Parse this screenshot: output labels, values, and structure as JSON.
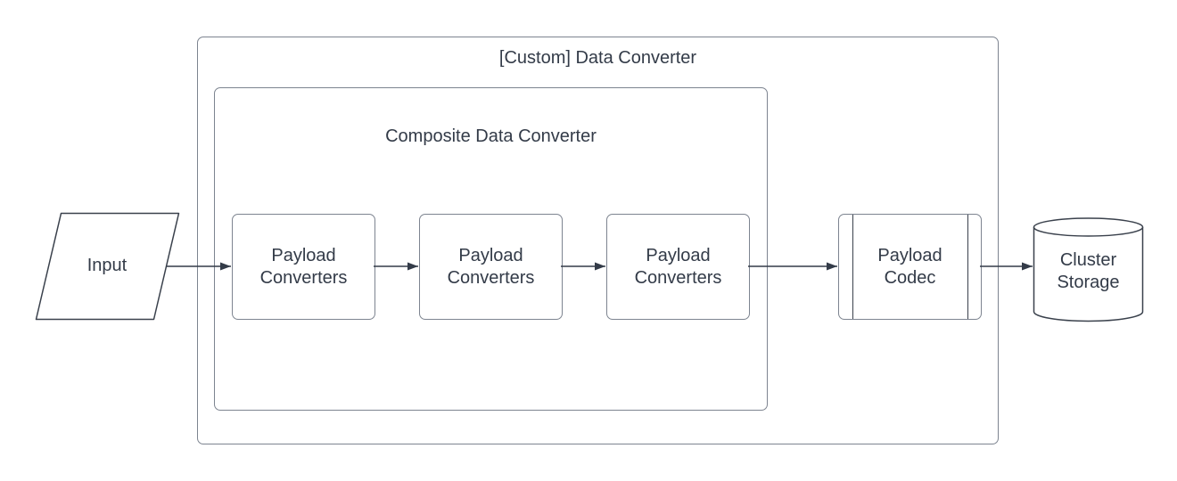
{
  "diagram": {
    "type": "flowchart",
    "nodes": {
      "outer_container": {
        "label": "[Custom] Data Converter",
        "shape": "rounded-rectangle-container"
      },
      "inner_container": {
        "label": "Composite Data Converter",
        "shape": "rounded-rectangle-container"
      },
      "input": {
        "label": "Input",
        "shape": "parallelogram"
      },
      "payload_converters_1": {
        "label": "Payload Converters",
        "shape": "rounded-rectangle"
      },
      "payload_converters_2": {
        "label": "Payload Converters",
        "shape": "rounded-rectangle"
      },
      "payload_converters_3": {
        "label": "Payload Converters",
        "shape": "rounded-rectangle"
      },
      "payload_codec": {
        "label": "Payload Codec",
        "shape": "predefined-process"
      },
      "cluster_storage": {
        "label": "Cluster Storage",
        "shape": "database-cylinder"
      }
    },
    "edges": [
      {
        "from": "input",
        "to": "payload_converters_1"
      },
      {
        "from": "payload_converters_1",
        "to": "payload_converters_2"
      },
      {
        "from": "payload_converters_2",
        "to": "payload_converters_3"
      },
      {
        "from": "payload_converters_3",
        "to": "payload_codec"
      },
      {
        "from": "payload_codec",
        "to": "cluster_storage"
      }
    ],
    "colors": {
      "background": "#ffffff",
      "container_stroke": "#7d8490",
      "shape_stroke": "#3a414c",
      "arrow": "#333b48",
      "text": "#333b48"
    }
  }
}
